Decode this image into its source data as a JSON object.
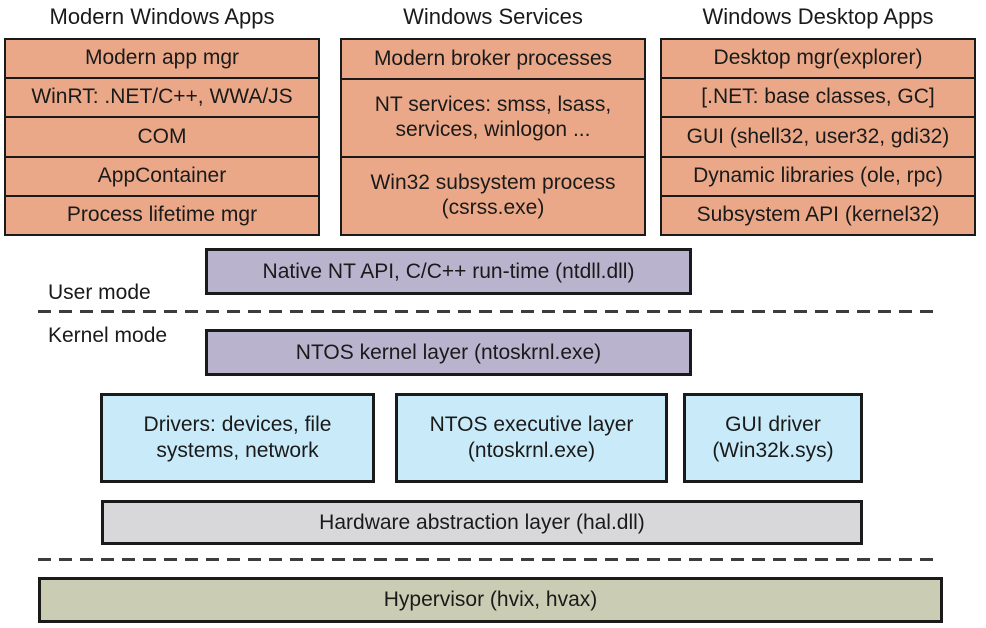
{
  "diagram": {
    "columns": [
      {
        "header": "Modern Windows Apps",
        "boxes": [
          "Modern app mgr",
          "WinRT: .NET/C++, WWA/JS",
          "COM",
          "AppContainer",
          "Process lifetime mgr"
        ]
      },
      {
        "header": "Windows Services",
        "boxes": [
          "Modern broker processes",
          "NT services: smss, lsass, services, winlogon ...",
          "Win32 subsystem process (csrss.exe)"
        ]
      },
      {
        "header": "Windows Desktop Apps",
        "boxes": [
          "Desktop mgr(explorer)",
          "[.NET: base classes, GC]",
          "GUI (shell32, user32, gdi32)",
          "Dynamic libraries (ole, rpc)",
          "Subsystem API (kernel32)"
        ]
      }
    ],
    "mode_labels": {
      "user": "User mode",
      "kernel": "Kernel mode"
    },
    "bars": {
      "native_api": "Native NT API, C/C++ run-time (ntdll.dll)",
      "ntos_kernel": "NTOS kernel layer (ntoskrnl.exe)",
      "hal": "Hardware abstraction layer (hal.dll)",
      "hypervisor": "Hypervisor (hvix, hvax)"
    },
    "kernel_boxes": [
      "Drivers: devices, file systems, network",
      "NTOS executive layer (ntoskrnl.exe)",
      "GUI driver (Win32k.sys)"
    ]
  },
  "colors": {
    "salmon": "#EAA888",
    "purple": "#B9B3CE",
    "blue": "#C9EAF9",
    "gray": "#D8D8DA",
    "green": "#CACDB4",
    "border": "#1A1A1A",
    "dash": "#3C3C3C"
  }
}
